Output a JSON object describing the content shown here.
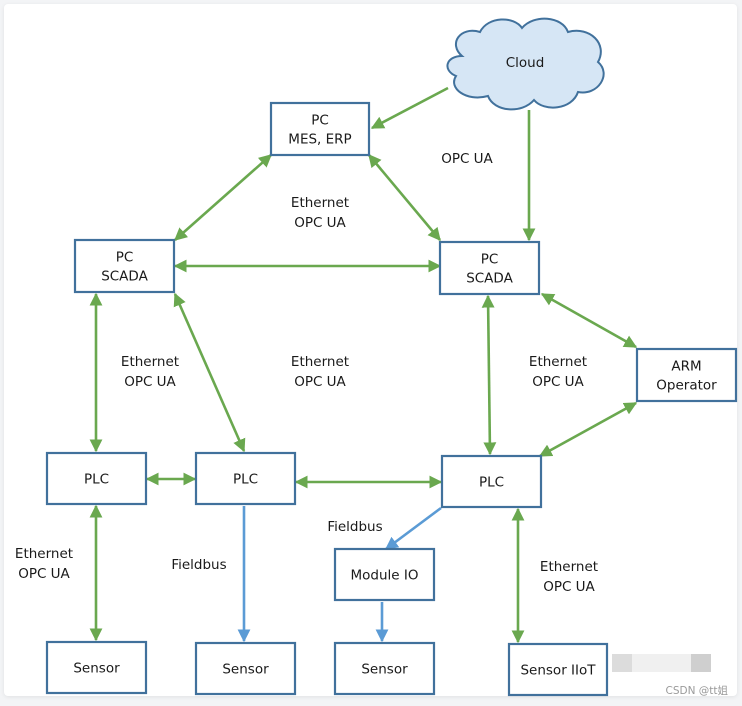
{
  "colors": {
    "box_border": "#41719c",
    "ethernet_link": "#6aa84f",
    "fieldbus_link": "#5b9bd5",
    "cloud_fill": "#d6e6f5",
    "cloud_border": "#41719c"
  },
  "nodes": [
    {
      "id": "cloud",
      "lines": [
        "Cloud"
      ],
      "shape": "cloud"
    },
    {
      "id": "pc-mes-erp",
      "lines": [
        "PC",
        "MES, ERP"
      ]
    },
    {
      "id": "pc-scada-left",
      "lines": [
        "PC",
        "SCADA"
      ]
    },
    {
      "id": "pc-scada-right",
      "lines": [
        "PC",
        "SCADA"
      ]
    },
    {
      "id": "arm-operator",
      "lines": [
        "ARM",
        "Operator"
      ]
    },
    {
      "id": "plc-left",
      "lines": [
        "PLC"
      ]
    },
    {
      "id": "plc-middle",
      "lines": [
        "PLC"
      ]
    },
    {
      "id": "plc-right",
      "lines": [
        "PLC"
      ]
    },
    {
      "id": "module-io",
      "lines": [
        "Module IO"
      ]
    },
    {
      "id": "sensor-1",
      "lines": [
        "Sensor"
      ]
    },
    {
      "id": "sensor-2",
      "lines": [
        "Sensor"
      ]
    },
    {
      "id": "sensor-3",
      "lines": [
        "Sensor"
      ]
    },
    {
      "id": "sensor-iiot",
      "lines": [
        "Sensor IIoT"
      ]
    }
  ],
  "edges": [
    {
      "from": "cloud",
      "to": "pc-mes-erp",
      "type": "ethernet",
      "direction": "forward"
    },
    {
      "from": "cloud",
      "to": "pc-scada-right",
      "type": "ethernet",
      "direction": "forward"
    },
    {
      "from": "pc-mes-erp",
      "to": "pc-scada-left",
      "type": "ethernet",
      "direction": "both"
    },
    {
      "from": "pc-mes-erp",
      "to": "pc-scada-right",
      "type": "ethernet",
      "direction": "both"
    },
    {
      "from": "pc-scada-left",
      "to": "pc-scada-right",
      "type": "ethernet",
      "direction": "both"
    },
    {
      "from": "pc-scada-left",
      "to": "plc-left",
      "type": "ethernet",
      "direction": "both"
    },
    {
      "from": "pc-scada-left",
      "to": "plc-middle",
      "type": "ethernet",
      "direction": "both"
    },
    {
      "from": "pc-scada-right",
      "to": "plc-right",
      "type": "ethernet",
      "direction": "both"
    },
    {
      "from": "pc-scada-right",
      "to": "arm-operator",
      "type": "ethernet",
      "direction": "both"
    },
    {
      "from": "arm-operator",
      "to": "plc-right",
      "type": "ethernet",
      "direction": "both"
    },
    {
      "from": "plc-left",
      "to": "plc-middle",
      "type": "ethernet",
      "direction": "both"
    },
    {
      "from": "plc-middle",
      "to": "plc-right",
      "type": "ethernet",
      "direction": "both"
    },
    {
      "from": "plc-left",
      "to": "sensor-1",
      "type": "ethernet",
      "direction": "both"
    },
    {
      "from": "plc-middle",
      "to": "sensor-2",
      "type": "fieldbus",
      "direction": "forward"
    },
    {
      "from": "plc-right",
      "to": "module-io",
      "type": "fieldbus",
      "direction": "forward"
    },
    {
      "from": "module-io",
      "to": "sensor-3",
      "type": "fieldbus",
      "direction": "forward"
    },
    {
      "from": "plc-right",
      "to": "sensor-iiot",
      "type": "ethernet",
      "direction": "both"
    }
  ],
  "labels": [
    {
      "id": "opc-ua-cloud",
      "lines": [
        "OPC UA"
      ]
    },
    {
      "id": "ethernet-top",
      "lines": [
        "Ethernet",
        "OPC UA"
      ]
    },
    {
      "id": "ethernet-left",
      "lines": [
        "Ethernet",
        "OPC UA"
      ]
    },
    {
      "id": "ethernet-center",
      "lines": [
        "Ethernet",
        "OPC UA"
      ]
    },
    {
      "id": "ethernet-right",
      "lines": [
        "Ethernet",
        "OPC UA"
      ]
    },
    {
      "id": "ethernet-bottom-left",
      "lines": [
        "Ethernet",
        "OPC UA"
      ]
    },
    {
      "id": "fieldbus-middle",
      "lines": [
        "Fieldbus"
      ]
    },
    {
      "id": "fieldbus-right",
      "lines": [
        "Fieldbus"
      ]
    },
    {
      "id": "ethernet-bottom-right",
      "lines": [
        "Ethernet",
        "OPC UA"
      ]
    }
  ],
  "watermark": "CSDN @tt姐"
}
